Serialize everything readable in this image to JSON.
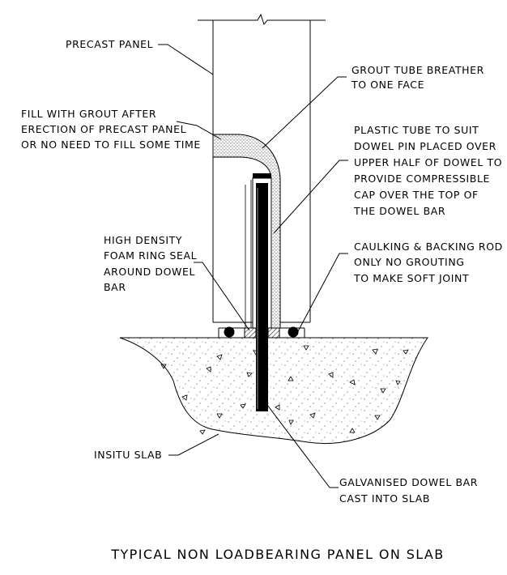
{
  "title": "TYPICAL NON LOADBEARING PANEL ON SLAB",
  "labels": {
    "precast_panel": [
      "PRECAST PANEL"
    ],
    "grout_tube": [
      "GROUT TUBE BREATHER",
      "TO ONE FACE"
    ],
    "fill_grout": [
      "FILL WITH GROUT AFTER",
      "ERECTION OF PRECAST PANEL",
      "OR NO NEED TO FILL SOME TIME"
    ],
    "plastic_tube": [
      "PLASTIC TUBE TO SUIT",
      "DOWEL PIN PLACED OVER",
      "UPPER HALF OF DOWEL TO",
      "PROVIDE COMPRESSIBLE",
      "CAP OVER THE TOP OF",
      "THE DOWEL BAR"
    ],
    "foam_seal": [
      "HIGH DENSITY",
      "FOAM RING SEAL",
      "AROUND DOWEL",
      "BAR"
    ],
    "caulking": [
      "CAULKING & BACKING ROD",
      "ONLY NO GROUTING",
      "TO MAKE SOFT JOINT"
    ],
    "insitu_slab": [
      "INSITU SLAB"
    ],
    "dowel_bar": [
      "GALVANISED DOWEL BAR",
      "CAST INTO SLAB"
    ]
  }
}
